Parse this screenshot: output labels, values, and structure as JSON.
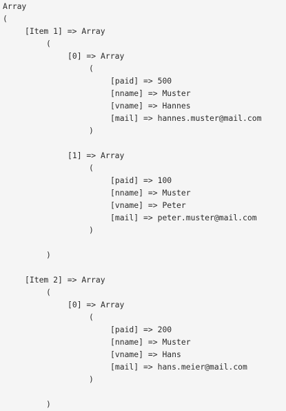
{
  "dump": {
    "root_label": "Array",
    "open": "(",
    "close": ")",
    "arrow": " => ",
    "groups": [
      {
        "key": "[Item 1]",
        "type": "Array",
        "entries": [
          {
            "key": "[0]",
            "type": "Array",
            "fields": [
              {
                "key": "[paid]",
                "value": "500"
              },
              {
                "key": "[nname]",
                "value": "Muster"
              },
              {
                "key": "[vname]",
                "value": "Hannes"
              },
              {
                "key": "[mail]",
                "value": "hannes.muster@mail.com"
              }
            ]
          },
          {
            "key": "[1]",
            "type": "Array",
            "fields": [
              {
                "key": "[paid]",
                "value": "100"
              },
              {
                "key": "[nname]",
                "value": "Muster"
              },
              {
                "key": "[vname]",
                "value": "Peter"
              },
              {
                "key": "[mail]",
                "value": "peter.muster@mail.com"
              }
            ]
          }
        ]
      },
      {
        "key": "[Item 2]",
        "type": "Array",
        "entries": [
          {
            "key": "[0]",
            "type": "Array",
            "fields": [
              {
                "key": "[paid]",
                "value": "200"
              },
              {
                "key": "[nname]",
                "value": "Muster"
              },
              {
                "key": "[vname]",
                "value": "Hans"
              },
              {
                "key": "[mail]",
                "value": "hans.meier@mail.com"
              }
            ]
          }
        ]
      }
    ]
  }
}
